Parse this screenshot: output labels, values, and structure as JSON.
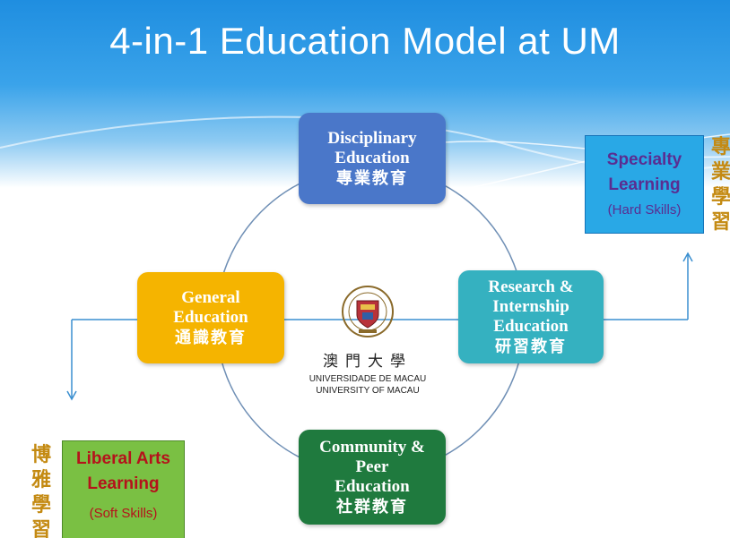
{
  "title": "4-in-1 Education Model at UM",
  "boxes": {
    "disciplinary": {
      "en1": "Disciplinary",
      "en2": "Education",
      "cn": "專業教育",
      "color": "#4a77c9"
    },
    "general": {
      "en1": "General",
      "en2": "Education",
      "cn": "通識教育",
      "color": "#f5b400"
    },
    "research": {
      "en1": "Research &",
      "en2": "Internship",
      "en3": "Education",
      "cn": "研習教育",
      "color": "#35b1c0"
    },
    "community": {
      "en1": "Community &",
      "en2": "Peer",
      "en3": "Education",
      "cn": "社群教育",
      "color": "#1f7a3e"
    }
  },
  "specialty": {
    "line1": "Specialty",
    "line2": "Learning",
    "sub": "(Hard Skills)",
    "vertical": [
      "專",
      "業",
      "學",
      "習"
    ]
  },
  "liberal": {
    "line1": "Liberal Arts",
    "line2": "Learning",
    "sub": "(Soft Skills)",
    "vertical": [
      "博",
      "雅",
      "學",
      "習"
    ]
  },
  "logo": {
    "cn": "澳門大學",
    "pt": "UNIVERSIDADE DE MACAU",
    "en": "UNIVERSITY OF MACAU"
  }
}
